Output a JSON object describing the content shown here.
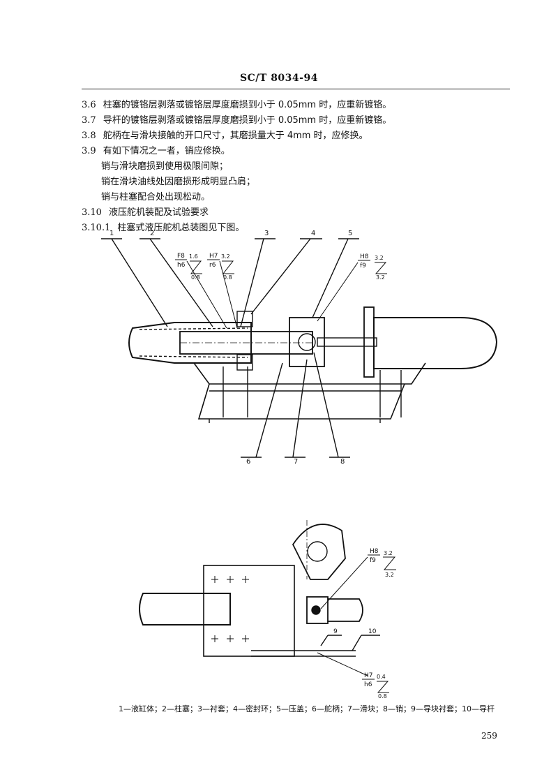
{
  "header": {
    "code": "SC/T 8034-94"
  },
  "clauses": [
    {
      "num": "3.6",
      "text": "柱塞的镀铬层剥落或镀铬层厚度磨损到小于 0.05mm 时，应重新镀铬。"
    },
    {
      "num": "3.7",
      "text": "导杆的镀铬层剥落或镀铬层厚度磨损到小于 0.05mm 时，应重新镀铬。"
    },
    {
      "num": "3.8",
      "text": "舵柄在与滑块接触的开口尺寸，其磨损量大于 4mm 时，应修换。"
    },
    {
      "num": "3.9",
      "text": "有如下情况之一者，销应修换。"
    }
  ],
  "sub_items": [
    "销与滑块磨损到使用极限间隙；",
    "销在滑块油线处因磨损形成明显凸肩；",
    "销与柱塞配合处出现松动。"
  ],
  "section_310": {
    "num": "3.10",
    "text": "液压舵机装配及试验要求"
  },
  "section_3101": {
    "num": "3.10.1",
    "text": "柱塞式液压舵机总装图见下图。"
  },
  "figure_top": {
    "callouts_top": [
      "1",
      "2",
      "3",
      "4",
      "5"
    ],
    "callouts_bottom": [
      "6",
      "7",
      "8"
    ],
    "fit1": {
      "upper": "F8",
      "lower": "h6",
      "ra_top": "1.6",
      "ra_bottom": "0.8"
    },
    "fit2": {
      "upper": "H7",
      "lower": "r6",
      "ra_top": "3.2",
      "ra_bottom": "0.8"
    },
    "fit3": {
      "upper": "H8",
      "lower": "f9",
      "ra_top": "3.2",
      "ra_bottom": "3.2"
    }
  },
  "figure_bottom": {
    "callouts": [
      "9",
      "10"
    ],
    "fit4": {
      "upper": "H8",
      "lower": "f9",
      "ra_top": "3.2",
      "ra_bottom": "3.2"
    },
    "fit5": {
      "upper": "H7",
      "lower": "h6",
      "ra_top": "0.4",
      "ra_bottom": "0.8"
    }
  },
  "legend": "1—液缸体；2—柱塞；3—衬套；4—密封环；5—压盖；6—舵柄；7—滑块；8—销；9—导块衬套；10—导杆",
  "page_number": "259",
  "colors": {
    "ink": "#111111",
    "paper": "#ffffff"
  }
}
